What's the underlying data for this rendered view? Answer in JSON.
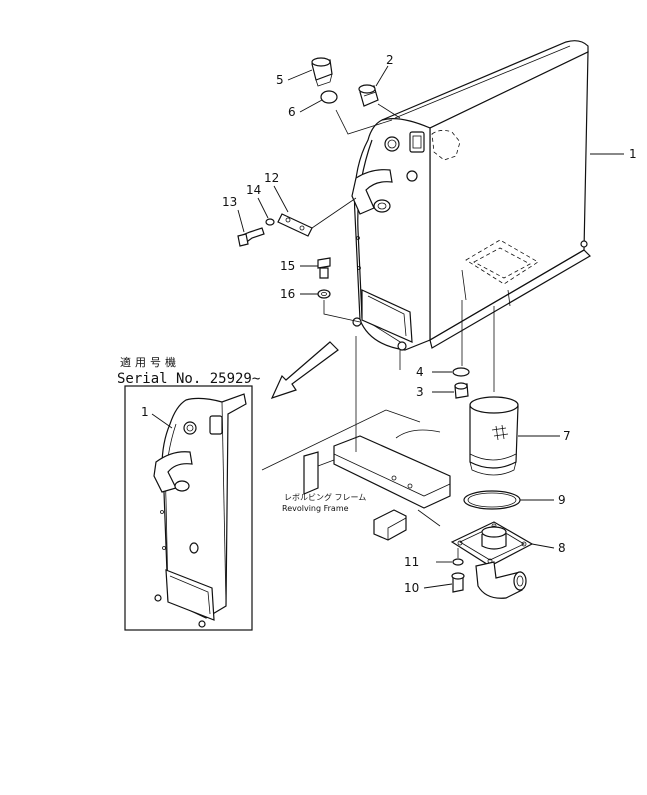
{
  "callouts": [
    {
      "id": "c1",
      "text": "1"
    },
    {
      "id": "c2",
      "text": "2"
    },
    {
      "id": "c3",
      "text": "3"
    },
    {
      "id": "c4",
      "text": "4"
    },
    {
      "id": "c5",
      "text": "5"
    },
    {
      "id": "c6",
      "text": "6"
    },
    {
      "id": "c7",
      "text": "7"
    },
    {
      "id": "c8",
      "text": "8"
    },
    {
      "id": "c9",
      "text": "9"
    },
    {
      "id": "c10",
      "text": "10"
    },
    {
      "id": "c11",
      "text": "11"
    },
    {
      "id": "c12",
      "text": "12"
    },
    {
      "id": "c13",
      "text": "13"
    },
    {
      "id": "c14",
      "text": "14"
    },
    {
      "id": "c15",
      "text": "15"
    },
    {
      "id": "c16",
      "text": "16"
    },
    {
      "id": "c1b",
      "text": "1"
    }
  ],
  "inset": {
    "jp_label": "適用号機",
    "serial_label": "Serial No. 25929~"
  },
  "frame_label": {
    "jp": "レボルビング フレーム",
    "en": "Revolving Frame"
  }
}
